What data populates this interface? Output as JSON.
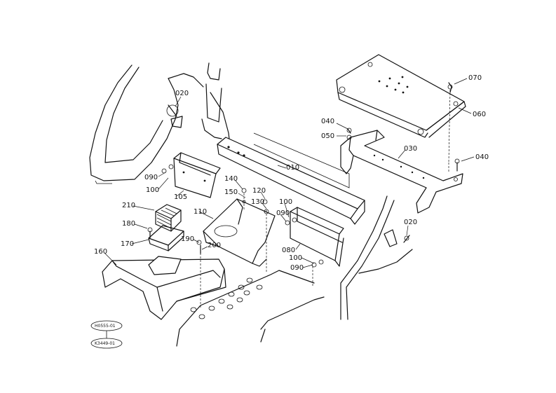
{
  "parts": [
    {
      "id": "p020a",
      "label": "020"
    },
    {
      "id": "p090a",
      "label": "090"
    },
    {
      "id": "p100a",
      "label": "100"
    },
    {
      "id": "p105",
      "label": "105"
    },
    {
      "id": "p010",
      "label": "010"
    },
    {
      "id": "p070",
      "label": "070"
    },
    {
      "id": "p060",
      "label": "060"
    },
    {
      "id": "p040a",
      "label": "040"
    },
    {
      "id": "p050",
      "label": "050"
    },
    {
      "id": "p030",
      "label": "030"
    },
    {
      "id": "p040b",
      "label": "040"
    },
    {
      "id": "p140",
      "label": "140"
    },
    {
      "id": "p150",
      "label": "150"
    },
    {
      "id": "p120",
      "label": "120"
    },
    {
      "id": "p130",
      "label": "130"
    },
    {
      "id": "p100b",
      "label": "100"
    },
    {
      "id": "p090b",
      "label": "090"
    },
    {
      "id": "p210",
      "label": "210"
    },
    {
      "id": "p110",
      "label": "110"
    },
    {
      "id": "p180",
      "label": "180"
    },
    {
      "id": "p170",
      "label": "170"
    },
    {
      "id": "p190",
      "label": "190"
    },
    {
      "id": "p200",
      "label": "200"
    },
    {
      "id": "p160",
      "label": "160"
    },
    {
      "id": "p080",
      "label": "080"
    },
    {
      "id": "p100c",
      "label": "100"
    },
    {
      "id": "p090c",
      "label": "090"
    },
    {
      "id": "p020b",
      "label": "020"
    }
  ],
  "references": [
    {
      "id": "ref1",
      "label": "H0555-01"
    },
    {
      "id": "ref2",
      "label": "K3449-01"
    }
  ]
}
